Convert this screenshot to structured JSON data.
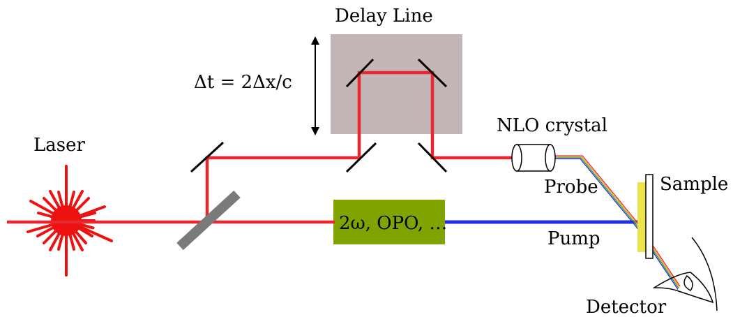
{
  "labels": {
    "laser": "Laser",
    "delay_line": "Delay Line",
    "delay_formula": "Δt = 2Δx/c",
    "nlo_crystal": "NLO crystal",
    "converter": "2ω, OPO, …",
    "probe": "Probe",
    "pump": "Pump",
    "sample": "Sample",
    "detector": "Detector"
  },
  "colors": {
    "laser_beam": "#e8282e",
    "pump_beam": "#1f2ee6",
    "delay_box": "#c4b6b6",
    "converter_box": "#7fa400",
    "sample_plate": "#ece34a",
    "beam_splitter": "#7a7a7a"
  }
}
